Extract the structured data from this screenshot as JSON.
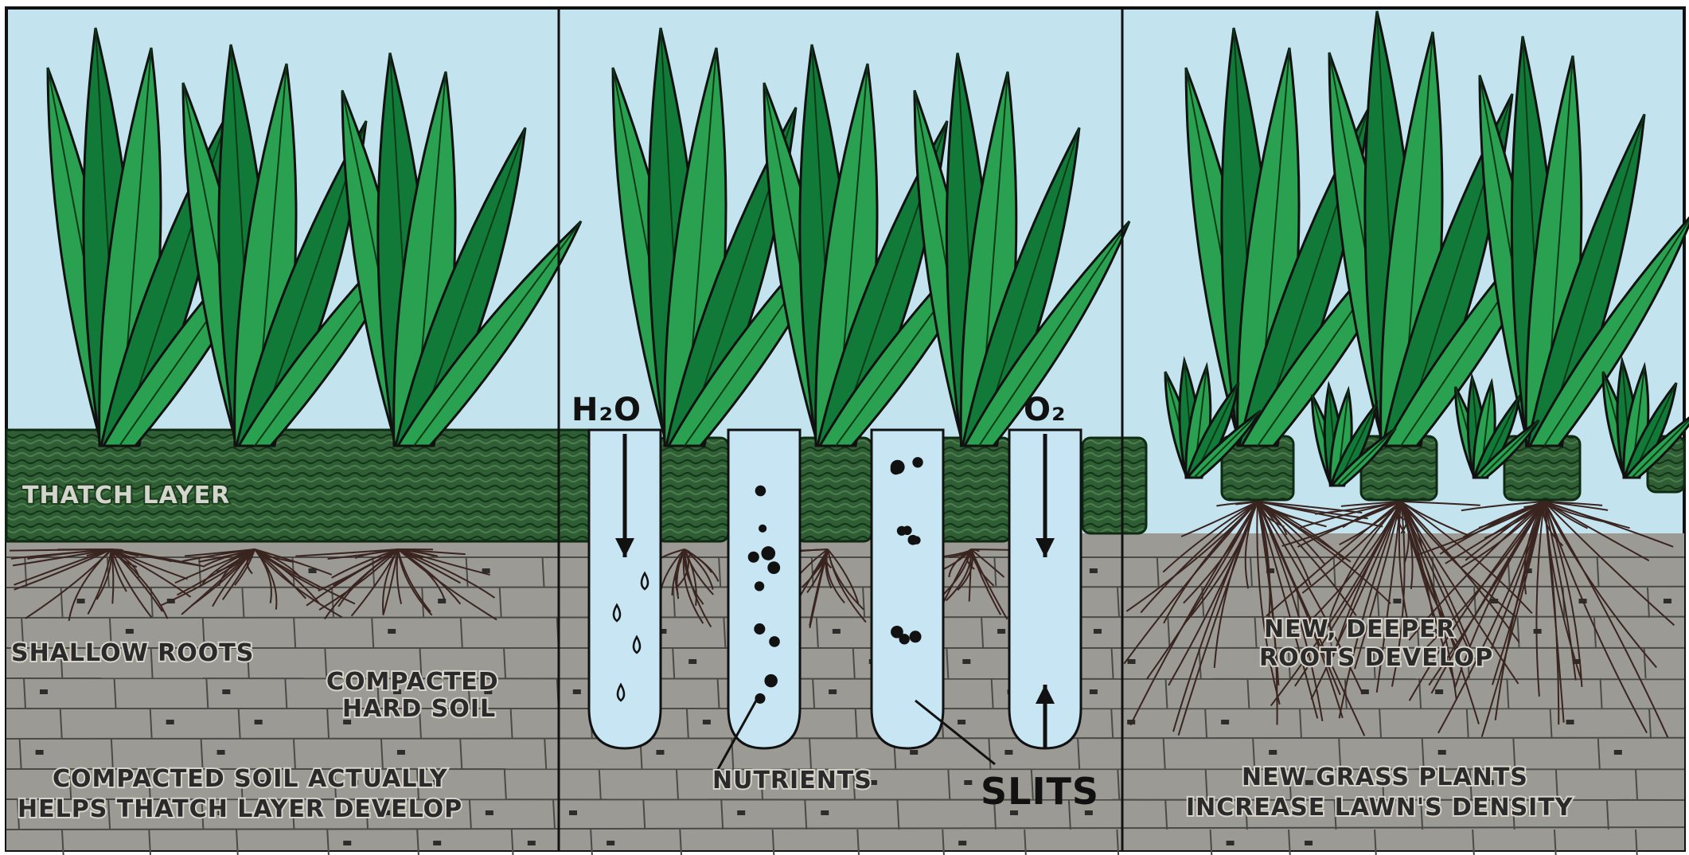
{
  "panels": [
    {
      "id": "before",
      "labels": {
        "thatch": "THATCH LAYER",
        "roots": "SHALLOW ROOTS",
        "soil_line1": "COMPACTED",
        "soil_line2": "HARD SOIL",
        "note_line1": "COMPACTED SOIL ACTUALLY",
        "note_line2": "HELPS THATCH LAYER DEVELOP"
      }
    },
    {
      "id": "aeration",
      "labels": {
        "water": "H₂O",
        "oxygen": "O₂",
        "nutrients": "NUTRIENTS",
        "slits": "SLITS"
      }
    },
    {
      "id": "after",
      "labels": {
        "roots_line1": "NEW, DEEPER",
        "roots_line2": "ROOTS DEVELOP",
        "density_line1": "NEW GRASS PLANTS",
        "density_line2": "INCREASE LAWN'S DENSITY"
      }
    }
  ],
  "colors": {
    "sky": "#c3e4ef",
    "grass": "#2aa150",
    "grass_dark": "#127a38",
    "thatch": "#2d5a33",
    "soil": "#9b9a94",
    "slit": "#c7e5f2",
    "outline": "#111111"
  },
  "icons": [
    "water-drop-icon",
    "down-arrow-icon",
    "up-arrow-icon",
    "nutrient-particle-icon",
    "grass-blade-icon",
    "root-icon"
  ]
}
